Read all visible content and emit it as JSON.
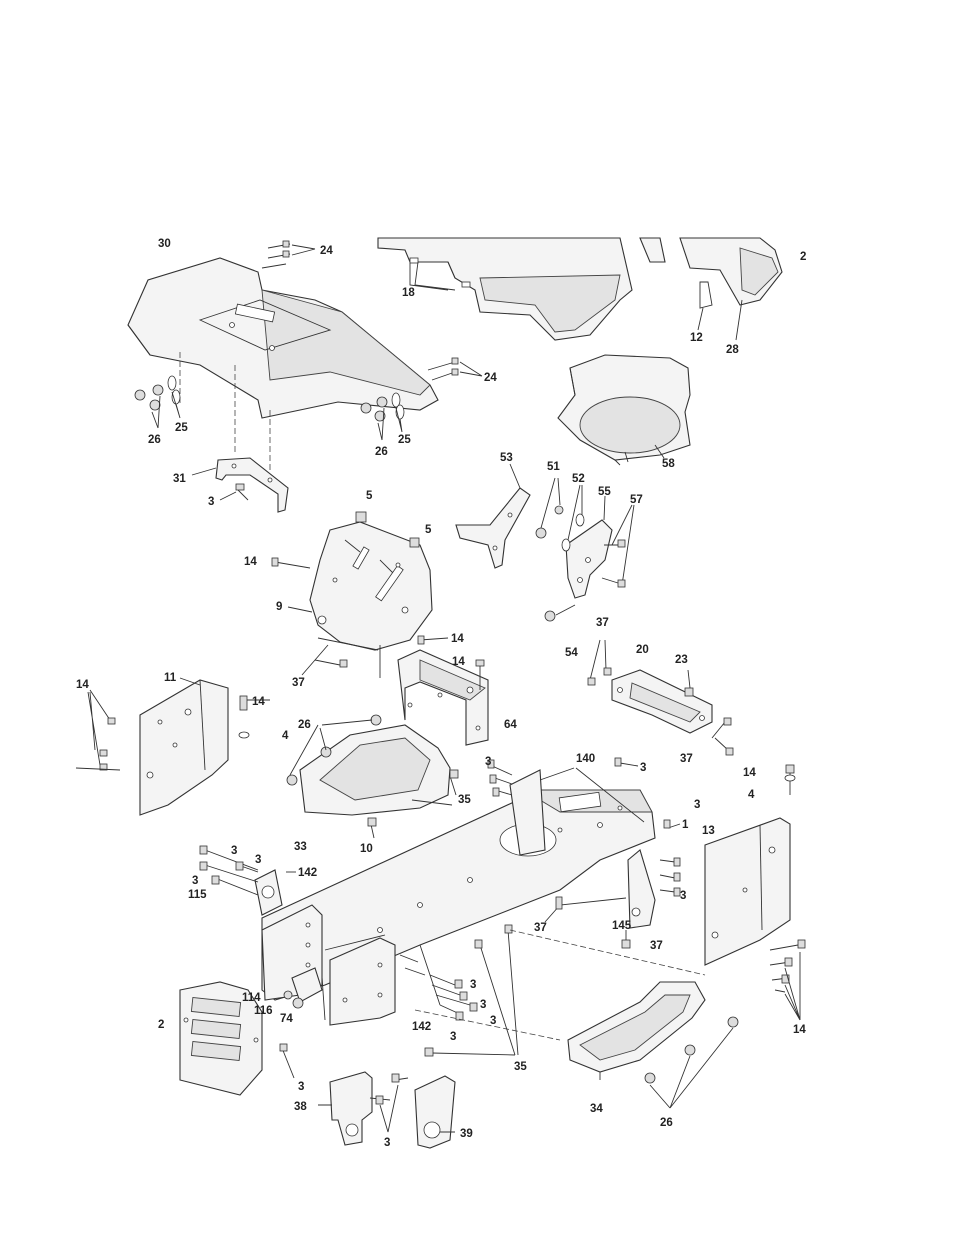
{
  "callouts": [
    {
      "id": "30",
      "text": "30"
    },
    {
      "id": "24a",
      "text": "24"
    },
    {
      "id": "18",
      "text": "18"
    },
    {
      "id": "2a",
      "text": "2"
    },
    {
      "id": "12",
      "text": "12"
    },
    {
      "id": "28",
      "text": "28"
    },
    {
      "id": "24b",
      "text": "24"
    },
    {
      "id": "26a",
      "text": "26"
    },
    {
      "id": "25a",
      "text": "25"
    },
    {
      "id": "26b",
      "text": "26"
    },
    {
      "id": "25b",
      "text": "25"
    },
    {
      "id": "58",
      "text": "58"
    },
    {
      "id": "31",
      "text": "31"
    },
    {
      "id": "3a",
      "text": "3"
    },
    {
      "id": "53",
      "text": "53"
    },
    {
      "id": "51",
      "text": "51"
    },
    {
      "id": "52",
      "text": "52"
    },
    {
      "id": "55",
      "text": "55"
    },
    {
      "id": "57",
      "text": "57"
    },
    {
      "id": "5a",
      "text": "5"
    },
    {
      "id": "5b",
      "text": "5"
    },
    {
      "id": "14a",
      "text": "14"
    },
    {
      "id": "9",
      "text": "9"
    },
    {
      "id": "14b",
      "text": "14"
    },
    {
      "id": "14c",
      "text": "14"
    },
    {
      "id": "37a",
      "text": "37"
    },
    {
      "id": "54",
      "text": "54"
    },
    {
      "id": "37b",
      "text": "37"
    },
    {
      "id": "20",
      "text": "20"
    },
    {
      "id": "23",
      "text": "23"
    },
    {
      "id": "14d",
      "text": "14"
    },
    {
      "id": "11",
      "text": "11"
    },
    {
      "id": "14e",
      "text": "14"
    },
    {
      "id": "4a",
      "text": "4"
    },
    {
      "id": "64",
      "text": "64"
    },
    {
      "id": "26c",
      "text": "26"
    },
    {
      "id": "37c",
      "text": "37"
    },
    {
      "id": "3b",
      "text": "3"
    },
    {
      "id": "140",
      "text": "140"
    },
    {
      "id": "3c",
      "text": "3"
    },
    {
      "id": "14f",
      "text": "14"
    },
    {
      "id": "4b",
      "text": "4"
    },
    {
      "id": "35a",
      "text": "35"
    },
    {
      "id": "3d",
      "text": "3"
    },
    {
      "id": "1",
      "text": "1"
    },
    {
      "id": "13",
      "text": "13"
    },
    {
      "id": "33",
      "text": "33"
    },
    {
      "id": "10",
      "text": "10"
    },
    {
      "id": "3e",
      "text": "3"
    },
    {
      "id": "3f",
      "text": "3"
    },
    {
      "id": "142a",
      "text": "142"
    },
    {
      "id": "3g",
      "text": "3"
    },
    {
      "id": "115",
      "text": "115"
    },
    {
      "id": "3h",
      "text": "3"
    },
    {
      "id": "37d",
      "text": "37"
    },
    {
      "id": "145",
      "text": "145"
    },
    {
      "id": "37e",
      "text": "37"
    },
    {
      "id": "114",
      "text": "114"
    },
    {
      "id": "116",
      "text": "116"
    },
    {
      "id": "74",
      "text": "74"
    },
    {
      "id": "3i",
      "text": "3"
    },
    {
      "id": "3j",
      "text": "3"
    },
    {
      "id": "142b",
      "text": "142"
    },
    {
      "id": "3k",
      "text": "3"
    },
    {
      "id": "3l",
      "text": "3"
    },
    {
      "id": "2b",
      "text": "2"
    },
    {
      "id": "35b",
      "text": "35"
    },
    {
      "id": "14g",
      "text": "14"
    },
    {
      "id": "3m",
      "text": "3"
    },
    {
      "id": "34",
      "text": "34"
    },
    {
      "id": "38",
      "text": "38"
    },
    {
      "id": "3n",
      "text": "3"
    },
    {
      "id": "39",
      "text": "39"
    },
    {
      "id": "26d",
      "text": "26"
    }
  ]
}
